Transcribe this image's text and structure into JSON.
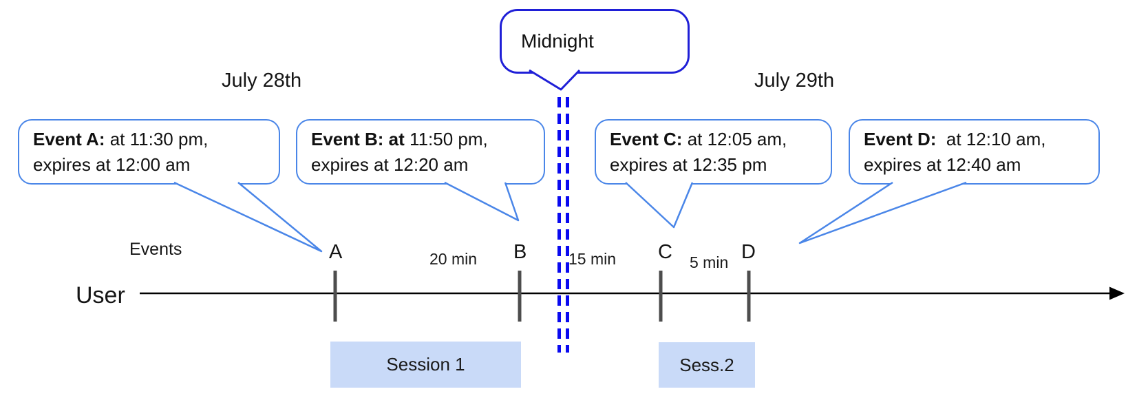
{
  "diagram": {
    "dates": {
      "before_midnight": "July 28th",
      "after_midnight": "July 29th"
    },
    "midnight": {
      "label": "Midnight"
    },
    "callouts": [
      {
        "event": "A",
        "bold": "Event A:",
        "rest": " at 11:30 pm,",
        "line2": "expires at 12:00 am"
      },
      {
        "event": "B",
        "bold": "Event B: at",
        "rest": " 11:50 pm,",
        "line2": "expires at 12:20 am"
      },
      {
        "event": "C",
        "bold": "Event C:",
        "rest": " at 12:05 am,",
        "line2": "expires at 12:35 pm"
      },
      {
        "event": "D",
        "bold": "Event D:",
        "rest": "  at 12:10 am,",
        "line2": "expires at 12:40 am"
      }
    ],
    "timeline": {
      "axis_label": "User",
      "events_label": "Events",
      "ticks": [
        {
          "label": "A"
        },
        {
          "label": "B"
        },
        {
          "label": "C"
        },
        {
          "label": "D"
        }
      ],
      "intervals": [
        {
          "label": "20 min"
        },
        {
          "label": "15 min"
        },
        {
          "label": "5 min"
        }
      ]
    },
    "sessions": [
      {
        "label": "Session 1"
      },
      {
        "label": "Sess.2"
      }
    ],
    "colors": {
      "callout_border": "#4a86e8",
      "midnight_border": "#1f1fd7",
      "midnight_dash": "#0a0af0",
      "session_fill": "#c9daf8",
      "tick_gray": "#4d4d4d",
      "axis_black": "#000000"
    }
  }
}
